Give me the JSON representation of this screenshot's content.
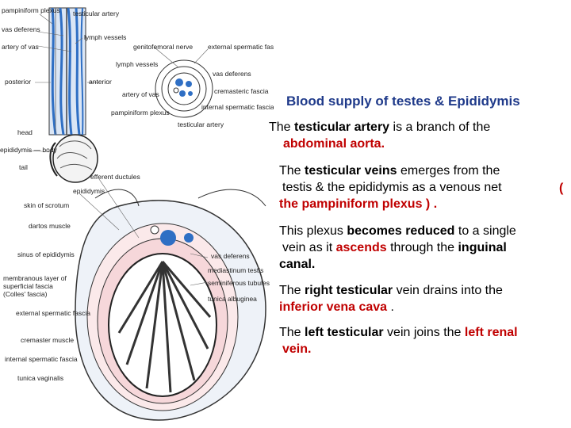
{
  "slide": {
    "title": "Blood supply of testes & Epididymis",
    "stray_paren": "(",
    "colors": {
      "title": "#1f3a8a",
      "highlight": "#c00000",
      "text": "#000000"
    }
  },
  "paragraphs": {
    "p1": {
      "a": "The ",
      "b": "testicular artery",
      "c": " is a branch of the",
      "d": "abdominal aorta."
    },
    "p2": {
      "a": "The ",
      "b": "testicular veins",
      "c": " emerges from the",
      "d": "testis & the epididymis as a venous net",
      "e": "the pampiniform plexus ) ."
    },
    "p3": {
      "a": "This plexus ",
      "b": "becomes reduced",
      "c": " to a single",
      "d": "vein as it ",
      "e": "ascends",
      "f": " through the ",
      "g": "inguinal",
      "h": "canal."
    },
    "p4": {
      "a": "The ",
      "b": "right testicular",
      "c": " vein drains into the",
      "d": "inferior vena cava",
      "e": " ."
    },
    "p5": {
      "a": "The ",
      "b": "left testicular",
      "c": " vein joins the ",
      "d": "left renal",
      "e": "vein."
    }
  },
  "figure": {
    "labels": {
      "pampiniform_plexus": "pampiniform plexus",
      "testicular_artery_top": "testicular artery",
      "vas_deferens_top": "vas deferens",
      "lymph_vessels_top": "lymph vessels",
      "artery_to_vas": "artery of vas",
      "genitofemoral_nerve": "genitofemoral nerve",
      "external_spermatic_fascia_top": "external spermatic fascia",
      "lymph_vessels_mid": "lymph vessels",
      "vas_deferens_mid": "vas deferens",
      "posterior": "posterior",
      "anterior": "anterior",
      "cremasteric_fascia": "cremasteric fascia",
      "artery_of_vas_mid": "artery of vas",
      "internal_spermatic_fascia_top": "internal spermatic fascia",
      "pampiniform_plexus_mid": "pampiniform plexus",
      "testicular_artery_mid": "testicular artery",
      "head": "head",
      "epididymis_body": "epididymis — body",
      "tail": "tail",
      "efferent_ductules": "efferent ductules",
      "epididymis": "epididymis",
      "skin_of_scrotum": "skin of scrotum",
      "dartos_muscle": "dartos muscle",
      "sinus_of_epididymis": "sinus of epididymis",
      "vas_deferens_low": "vas deferens",
      "membranous_layer": "membranous layer of superficial fascia (Colles' fascia)",
      "mediastinum_testis": "mediastinum testis",
      "seminiferous_tubules": "seminiferous tubules",
      "external_spermatic_fascia_low": "external spermatic fascia",
      "tunica_albuginea": "tunica albuginea",
      "cremaster_muscle": "cremaster muscle",
      "internal_spermatic_fascia_low": "internal spermatic fascia",
      "tunica_vaginalis": "tunica vaginalis"
    }
  }
}
